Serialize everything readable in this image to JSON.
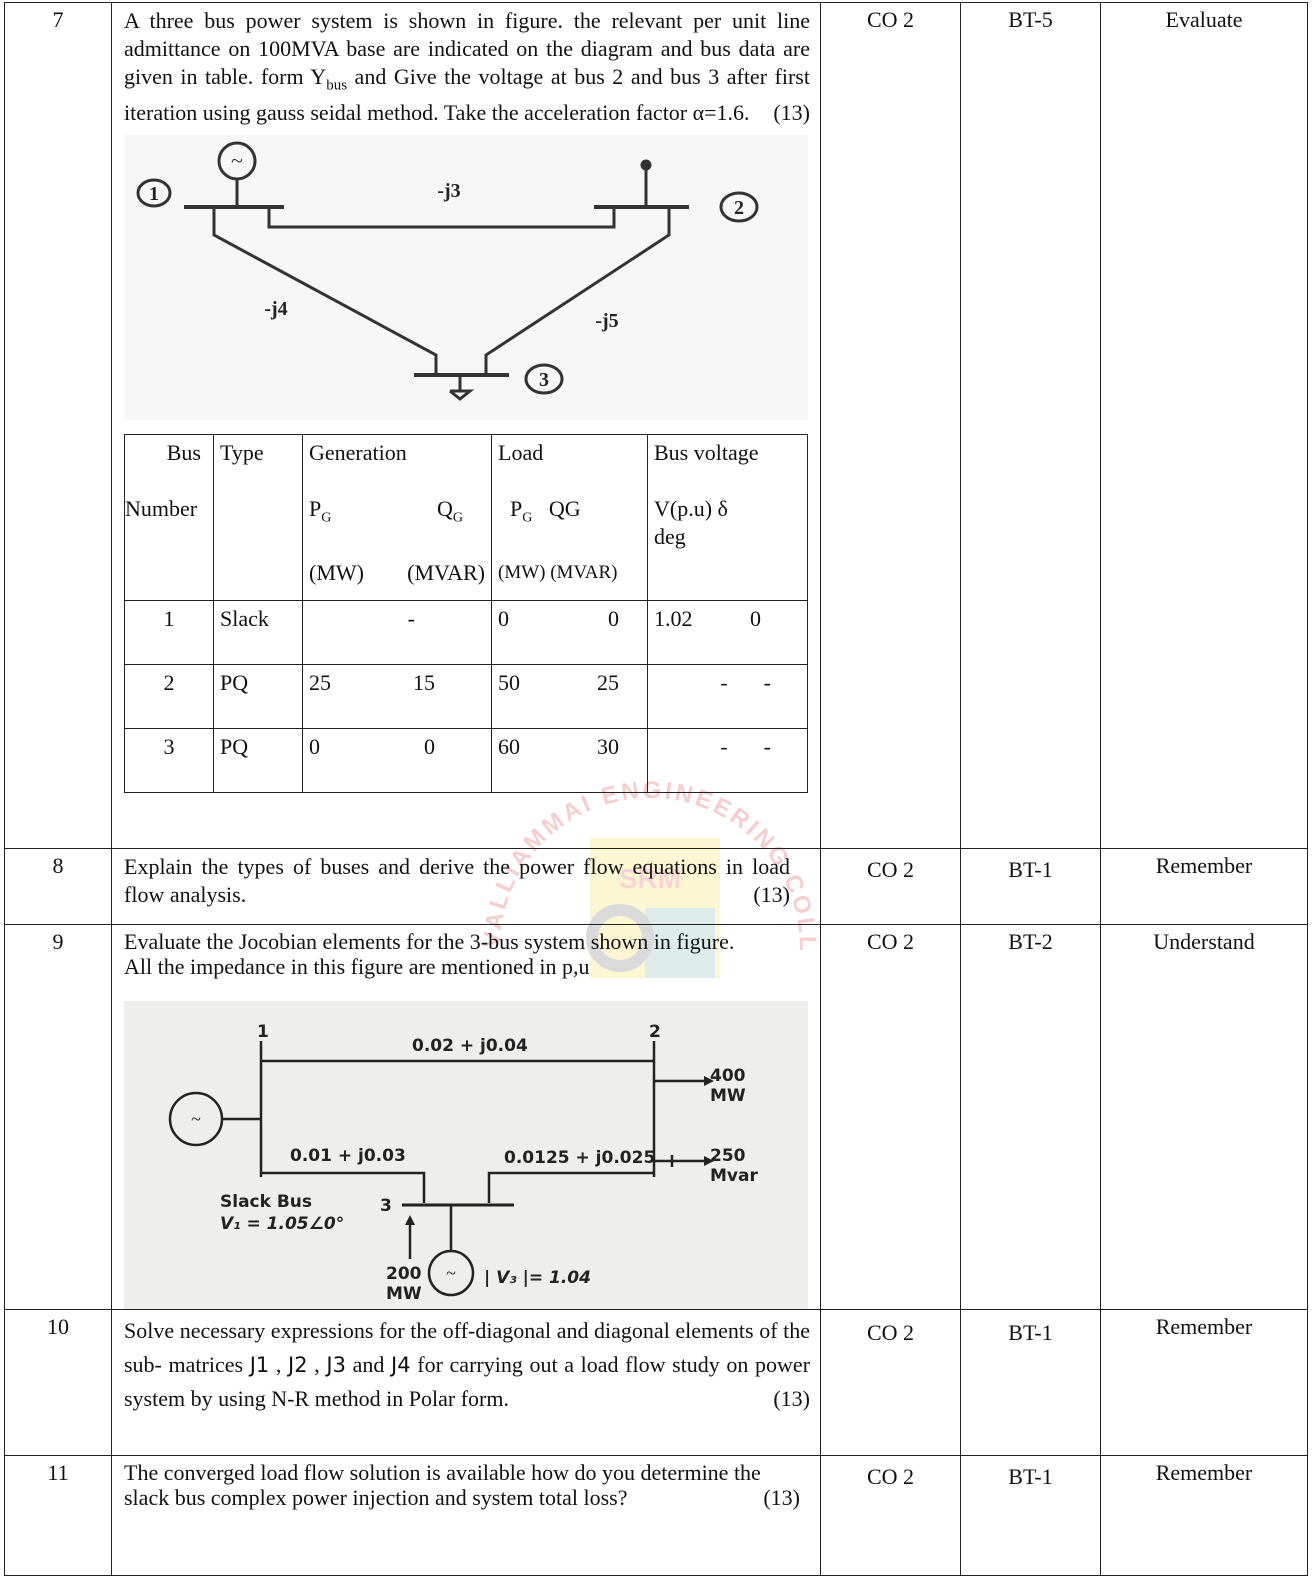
{
  "questions": [
    {
      "no": "7",
      "text": "A three bus power system is shown in figure. the relevant per unit line admittance on 100MVA base are indicated on the diagram and bus data are given in table. form Y",
      "text_sub": "bus",
      "text_after": " and Give the voltage at bus 2 and bus 3 after first iteration using gauss seidal method. Take the acceleration factor α=1.6.",
      "marks": "(13)",
      "co": "CO 2",
      "bt": "BT-5",
      "level": "Evaluate",
      "figure": {
        "bus_labels": [
          "1",
          "2",
          "3"
        ],
        "line_labels": [
          "-j3",
          "-j4",
          "-j5"
        ]
      },
      "bus_table": {
        "headers": {
          "bus": "Bus",
          "number": "Number",
          "type": "Type",
          "generation": "Generation",
          "load": "Load",
          "bus_voltage": "Bus voltage",
          "pg": "P",
          "pg_sub": "G",
          "qg": "Q",
          "qg_sub": "G",
          "load_pg": "P",
          "load_pg_sub": "G",
          "load_qg": "QG",
          "mw": "(MW)",
          "mvar": "(MVAR)",
          "load_units": "(MW) (MVAR)",
          "v_pu": "V(p.u)  δ",
          "deg": "deg"
        },
        "rows": [
          {
            "bus": "1",
            "type": "Slack",
            "gen_p": "",
            "gen_q": "-",
            "load_p": "0",
            "load_q": "0",
            "v": "1.02",
            "d": "0"
          },
          {
            "bus": "2",
            "type": "PQ",
            "gen_p": "25",
            "gen_q": "15",
            "load_p": "50",
            "load_q": "25",
            "v": "-",
            "d": "-"
          },
          {
            "bus": "3",
            "type": "PQ",
            "gen_p": "0",
            "gen_q": "0",
            "load_p": "60",
            "load_q": "30",
            "v": "-",
            "d": "-"
          }
        ]
      }
    },
    {
      "no": "8",
      "text": "Explain the types of buses and derive the power flow equations in load flow analysis.",
      "marks": "(13)",
      "co": "CO 2",
      "bt": "BT-1",
      "level": "Remember"
    },
    {
      "no": "9",
      "text": "Evaluate the Jocobian elements for the 3-bus system shown in figure. All the impedance in this figure are mentioned in p,u",
      "co": "CO 2",
      "bt": "BT-2",
      "level": "Understand",
      "figure": {
        "bus1": "1",
        "bus2": "2",
        "bus3": "3",
        "z12": "0.02 + j0.04",
        "z13": "0.01 + j0.03",
        "z23": "0.0125 + j0.025",
        "load_p": "400",
        "load_p_unit": "MW",
        "load_q": "250",
        "load_q_unit": "Mvar",
        "slack": "Slack Bus",
        "v1": "V₁ = 1.05∠0°",
        "gen_p": "200",
        "gen_p_unit": "MW",
        "v3": "| V₃ |= 1.04"
      }
    },
    {
      "no": "10",
      "text_a": "Solve necessary expressions for the off-diagonal and diagonal elements of the sub- matrices ",
      "j1": "J",
      "j1n": "1",
      "j2": "J",
      "j2n": "2",
      "j3": "J",
      "j3n": "3",
      "and": "and",
      "j4": "J",
      "j4n": "4",
      "text_b": " for carrying out a load flow study on power system by using N-R method in Polar form.",
      "marks": "(13)",
      "co": "CO 2",
      "bt": "BT-1",
      "level": "Remember"
    },
    {
      "no": "11",
      "text": "The converged load flow solution is available how do you determine the slack bus complex power injection and system total loss?",
      "marks": "(13)",
      "co": "CO 2",
      "bt": "BT-1",
      "level": "Remember"
    }
  ],
  "watermark": {
    "arc_text": "VALLIAMMAI ENGINEERING COLLEGE",
    "logo_text": "SRM",
    "colors": {
      "arc": "#f4a6a6",
      "logo_yellow": "#f6e27a",
      "logo_blue": "#a9d6f0",
      "gear": "#bdbdbd"
    }
  }
}
